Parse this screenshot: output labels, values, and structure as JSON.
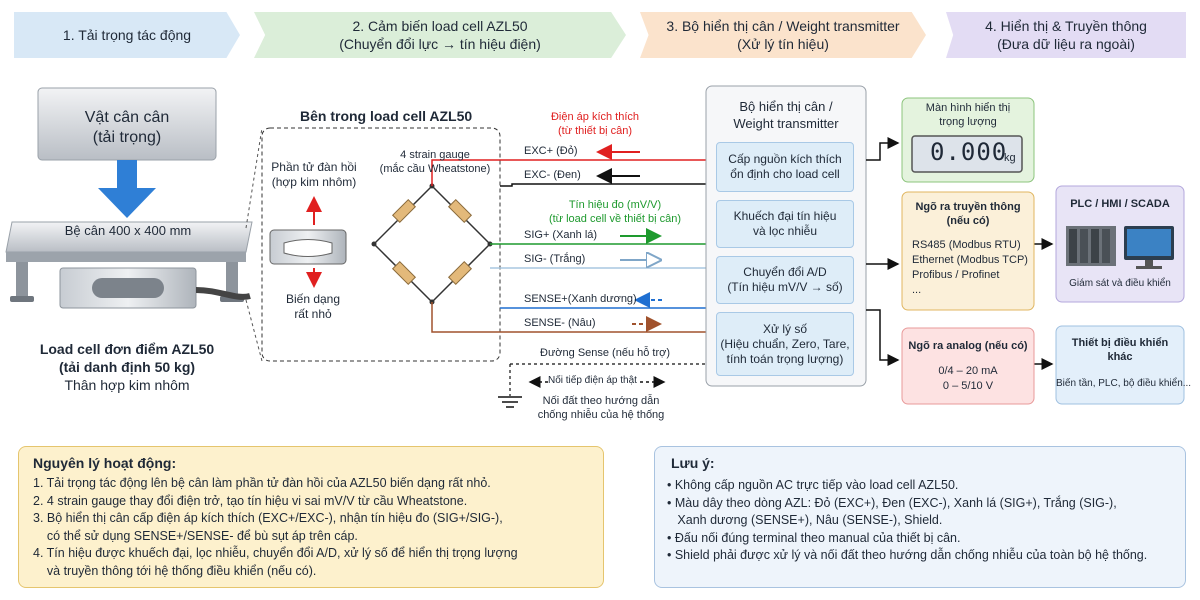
{
  "steps": [
    {
      "line1": "1. Tải trọng tác động",
      "line2": ""
    },
    {
      "line1": "2. Cảm biến load cell AZL50",
      "line2": "(Chuyển đổi lực → tín hiệu điện)"
    },
    {
      "line1": "3. Bộ hiển thị cân / Weight transmitter",
      "line2": "(Xử lý tín hiệu)"
    },
    {
      "line1": "4. Hiển thị & Truyền thông",
      "line2": "(Đưa dữ liệu ra ngoài)"
    }
  ],
  "scale": {
    "load_line1": "Vật cân cân",
    "load_line2": "(tải trọng)",
    "platform_label": "Bệ cân 400 x 400 mm",
    "caption1": "Load cell đơn điểm AZL50",
    "caption2": "(tải danh định 50 kg)",
    "caption3": "Thân hợp kim nhôm"
  },
  "inside": {
    "title": "Bên trong load cell AZL50",
    "elastic1": "Phần tử đàn hồi",
    "elastic2": "(hợp kim nhôm)",
    "deform1": "Biến dạng",
    "deform2": "rất nhỏ",
    "gauge1": "4 strain gauge",
    "gauge2": "(mắc cầu Wheatstone)"
  },
  "wiring": {
    "excitation_note1": "Điện áp kích thích",
    "excitation_note2": "(từ thiết bị cân)",
    "exc_plus": "EXC+ (Đỏ)",
    "exc_minus": "EXC- (Đen)",
    "signal_note1": "Tín hiệu đo (mV/V)",
    "signal_note2": "(từ load cell về thiết bị cân)",
    "sig_plus": "SIG+ (Xanh lá)",
    "sig_minus": "SIG- (Trắng)",
    "sense_plus": "SENSE+(Xanh dương)",
    "sense_minus": "SENSE- (Nâu)",
    "sense_line": "Đường Sense (nếu hỗ trợ)",
    "sense_connect": "Nối tiếp điện áp thật",
    "ground1": "Nối đất theo hướng dẫn",
    "ground2": "chống nhiễu của hệ thống"
  },
  "transmitter": {
    "title1": "Bộ hiển thị cân /",
    "title2": "Weight transmitter",
    "blocks": [
      {
        "l1": "Cấp nguồn kích thích",
        "l2": "ổn định cho load cell",
        "l3": ""
      },
      {
        "l1": "Khuếch đại tín hiệu",
        "l2": "và lọc nhiễu",
        "l3": ""
      },
      {
        "l1": "Chuyển đổi A/D",
        "l2": "(Tín hiệu mV/V → số)",
        "l3": ""
      },
      {
        "l1": "Xử lý số",
        "l2": "(Hiệu chuẩn, Zero, Tare,",
        "l3": "tính toán trọng lượng)"
      }
    ]
  },
  "outputs": {
    "display_title1": "Màn hình hiển thị",
    "display_title2": "trọng lượng",
    "display_value": "0.000",
    "display_unit": "kg",
    "comm_title1": "Ngõ ra truyền thông",
    "comm_title2": "(nếu có)",
    "comm_items": [
      "RS485 (Modbus RTU)",
      "Ethernet (Modbus TCP)",
      "Profibus / Profinet",
      "..."
    ],
    "analog_title": "Ngõ ra analog (nếu có)",
    "analog_items": [
      "0/4 – 20 mA",
      "0 – 5/10 V"
    ],
    "plc_title": "PLC / HMI / SCADA",
    "plc_caption": "Giám sát và điều khiển",
    "ctrl_title1": "Thiết bị điều khiển",
    "ctrl_title2": "khác",
    "ctrl_caption": "Biến tần, PLC, bộ điều khiển..."
  },
  "principle": {
    "title": "Nguyên lý hoạt động:",
    "lines": [
      "1. Tải trọng tác động lên bệ cân làm phần tử đàn hồi của AZL50 biến dạng rất nhỏ.",
      "2. 4 strain gauge thay đổi điện trở, tạo tín hiệu vi sai mV/V từ cầu Wheatstone.",
      "3. Bộ hiển thị cân cấp điện áp kích thích (EXC+/EXC-), nhận tín hiệu đo (SIG+/SIG-),",
      "    có thể sử dụng SENSE+/SENSE- để bù sụt áp trên cáp.",
      "4. Tín hiệu được khuếch đại, lọc nhiễu, chuyển đổi A/D, xử lý số để hiển thị trọng lượng",
      "    và truyền thông tới hệ thống điều khiển (nếu có)."
    ]
  },
  "notes": {
    "title": "Lưu ý:",
    "lines": [
      "• Không cấp nguồn AC trực tiếp vào load cell AZL50.",
      "• Màu dây theo dòng AZL: Đỏ (EXC+), Đen (EXC-), Xanh lá (SIG+), Trắng (SIG-),",
      "   Xanh dương (SENSE+), Nâu (SENSE-), Shield.",
      "• Đấu nối đúng terminal theo manual của thiết bị cân.",
      "• Shield phải được xử lý và nối đất theo hướng dẫn chống nhiễu của toàn bộ hệ thống."
    ]
  },
  "colors": {
    "exc_plus": "#e02020",
    "exc_minus": "#111111",
    "sig_plus": "#1e9a2e",
    "sig_minus": "#a9c7e0",
    "sense_plus": "#1f6fd1",
    "sense_minus": "#a0522d",
    "accent_blue": "#2f7fd6"
  }
}
